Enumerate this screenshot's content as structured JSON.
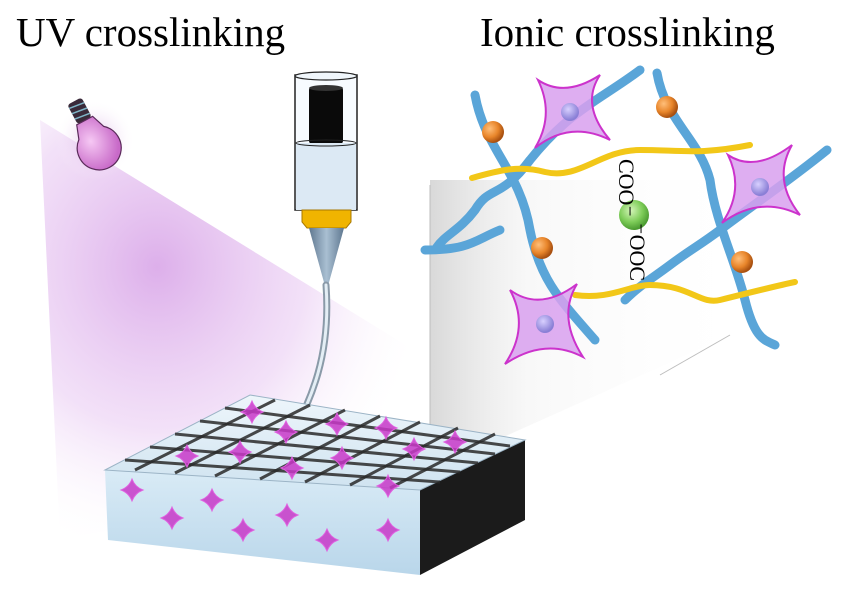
{
  "titles": {
    "left": "UV crosslinking",
    "right": "Ionic crosslinking"
  },
  "labels": {
    "carboxylate_top": "COO⁻",
    "carboxylate_bottom": "⁻OOC"
  },
  "components": {
    "uv_lamp": "uv-light-bulb",
    "syringe": "printing-syringe",
    "nozzle": "conical-nozzle",
    "scaffold": "printed-grid-scaffold",
    "network": "ionic-crosslinked-polymer-network",
    "cation": "divalent-cation"
  },
  "colors": {
    "uv_glow": "#d9a6e8",
    "bulb": "#e08fe0",
    "polymer_chain": "#5aa5d8",
    "crosslinker_chain": "#f2c718",
    "crosslink_node": "#e8852a",
    "cell_body": "#d8a0ee",
    "cell_edge": "#cc33cc",
    "nucleus": "#9a8fe0",
    "cation": "#7dcc58",
    "scaffold_top": "#e6f2fa",
    "scaffold_side": "#1b1b1b",
    "nozzle_collar": "#f0b400",
    "nozzle_tip": "#7e98b0",
    "syringe_fill": "#dce9f4",
    "plunger": "#0a0a0a"
  }
}
